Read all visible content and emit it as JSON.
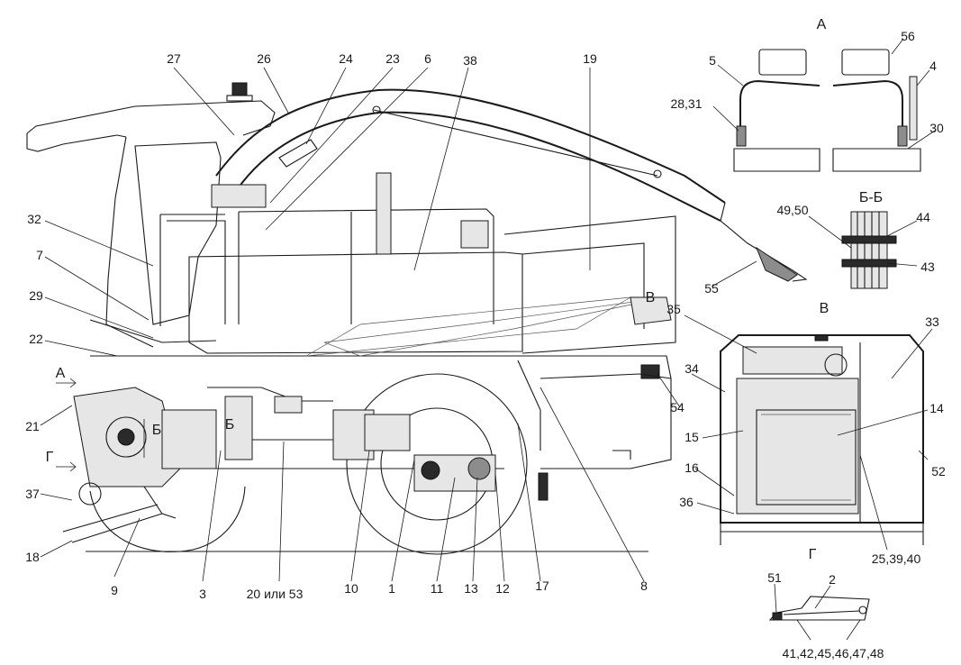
{
  "view_titles": {
    "view_a": "А",
    "section_bb": "Б-Б",
    "view_v": "В",
    "view_g": "Г"
  },
  "main_view": {
    "arrow_a": "А",
    "arrow_b_left": "Б",
    "arrow_b_right": "Б",
    "arrow_g": "Г",
    "arrow_v": "В",
    "callouts": [
      "27",
      "26",
      "24",
      "23",
      "6",
      "38",
      "19",
      "32",
      "7",
      "29",
      "22",
      "21",
      "37",
      "18",
      "9",
      "3",
      "20 или 53",
      "10",
      "1",
      "11",
      "13",
      "12",
      "17",
      "8",
      "54",
      "55"
    ]
  },
  "view_a_callouts": [
    "56",
    "5",
    "4",
    "28,31",
    "30"
  ],
  "section_bb_callouts": [
    "49,50",
    "44",
    "43"
  ],
  "view_v_callouts": [
    "35",
    "33",
    "34",
    "14",
    "15",
    "52",
    "16",
    "36",
    "25,39,40"
  ],
  "view_g_callouts": [
    "51",
    "2",
    "41,42,45,46,47,48"
  ]
}
